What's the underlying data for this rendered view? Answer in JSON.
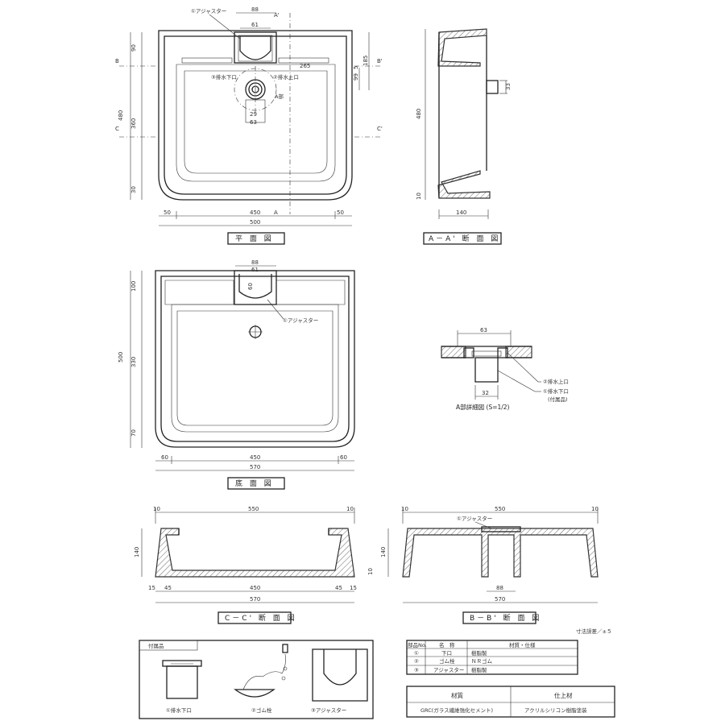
{
  "views": {
    "plan": {
      "caption": "平 面 図",
      "dims": {
        "top_88": "88",
        "top_61": "61",
        "left_90": "90",
        "left_480": "480",
        "left_360": "360",
        "left_30": "30",
        "right_185": "185",
        "right_265": "265",
        "right_99": "99",
        "right_5": "5",
        "inner_29": "29",
        "inner_63": "63",
        "bottom_50a": "50",
        "bottom_450": "450",
        "bottom_50b": "50",
        "bottom_500": "500"
      },
      "labels": {
        "adjuster": "①アジャスター",
        "drain_lower": "③排水下口",
        "drain_upper": "②排水上口",
        "part_a": "A部",
        "sec_a": "A",
        "sec_a2": "A'",
        "sec_b": "B",
        "sec_b2": "B'",
        "sec_c": "C",
        "sec_c2": "C'"
      }
    },
    "section_aa": {
      "caption": "A－A' 断 面 図",
      "dims": {
        "h_480": "480",
        "h_10": "10",
        "w_140": "140",
        "pipe_33": "33"
      }
    },
    "bottom": {
      "caption": "底 面 図",
      "dims": {
        "top_88": "88",
        "top_61": "61",
        "inner_60": "60",
        "left_100": "100",
        "left_500": "500",
        "left_330": "330",
        "left_70": "70",
        "bot_60a": "60",
        "bot_450": "450",
        "bot_60b": "60",
        "bot_570": "570"
      },
      "labels": {
        "adjuster": "①アジャスター"
      }
    },
    "detail_a": {
      "caption": "A部詳細図 (S=1/2)",
      "dims": {
        "top_63": "63",
        "bot_32": "32"
      },
      "labels": {
        "drain_upper": "②排水上口",
        "drain_lower": "①排水下口",
        "accessory": "(付属品)"
      }
    },
    "section_cc": {
      "caption": "C－C' 断 面 図",
      "dims": {
        "t10a": "10",
        "t550": "550",
        "t10b": "10",
        "h140": "140",
        "h10": "10",
        "b15a": "15",
        "b45a": "45",
        "b450": "450",
        "b45b": "45",
        "b15b": "15",
        "b570": "570"
      }
    },
    "section_bb": {
      "caption": "B－B' 断 面 図",
      "dims": {
        "t10a": "10",
        "t550": "550",
        "t10b": "10",
        "h140": "140",
        "b88": "88",
        "b570": "570"
      },
      "labels": {
        "adjuster": "①アジャスター"
      }
    }
  },
  "tolerance": "寸法誤差／±５",
  "accessories": {
    "title": "付属品",
    "items": [
      {
        "label": "①排水下口",
        "icon": "drain-pipe-icon"
      },
      {
        "label": "②ゴム栓",
        "icon": "rubber-plug-chain-icon"
      },
      {
        "label": "③アジャスター",
        "icon": "adjuster-u-icon"
      }
    ]
  },
  "parts_table": {
    "headers": [
      "部品No.",
      "名　称",
      "材質・仕様"
    ],
    "rows": [
      [
        "①",
        "下口",
        "樹脂製"
      ],
      [
        "②",
        "ゴム栓",
        "ＮＲゴム"
      ],
      [
        "③",
        "アジャスター",
        "樹脂製"
      ]
    ]
  },
  "material_table": {
    "headers": [
      "材質",
      "仕上材"
    ],
    "row": [
      "GRC(ガラス繊維強化セメント)",
      "アクリルシリコン樹脂塗装"
    ]
  }
}
